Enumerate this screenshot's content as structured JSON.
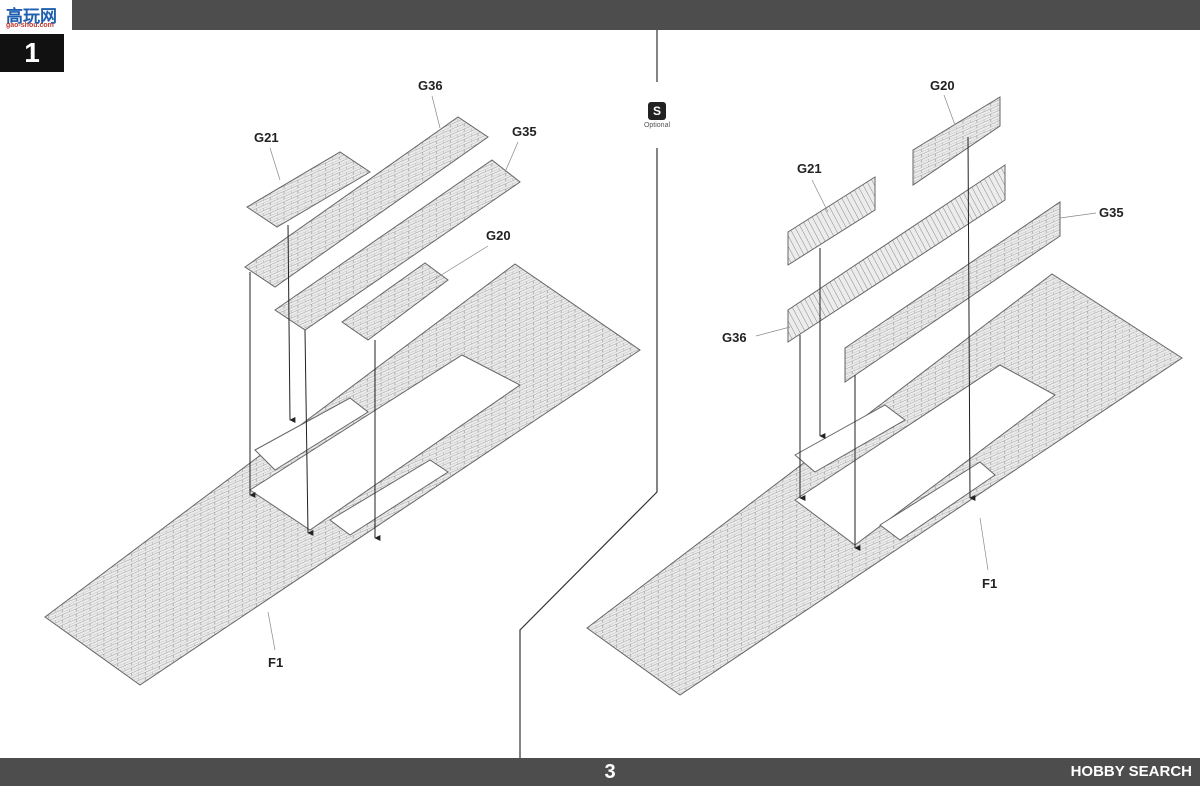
{
  "header": {
    "logo_text": "高玩网",
    "logo_url": "gao-shou.com",
    "step_number": "1"
  },
  "optional": {
    "icon_glyph": "S",
    "label": "Optional"
  },
  "left_panel": {
    "labels": {
      "G21": "G21",
      "G36": "G36",
      "G35": "G35",
      "G20": "G20",
      "F1": "F1"
    }
  },
  "right_panel": {
    "labels": {
      "G20": "G20",
      "G21": "G21",
      "G35": "G35",
      "G36": "G36",
      "F1": "F1"
    }
  },
  "footer": {
    "page_number": "3",
    "watermark": "HOBBY SEARCH"
  },
  "colors": {
    "bar": "#4d4d4d",
    "part_fill": "#e8e8e8",
    "part_stroke": "#666666",
    "brick_line": "#9a9a9a"
  }
}
